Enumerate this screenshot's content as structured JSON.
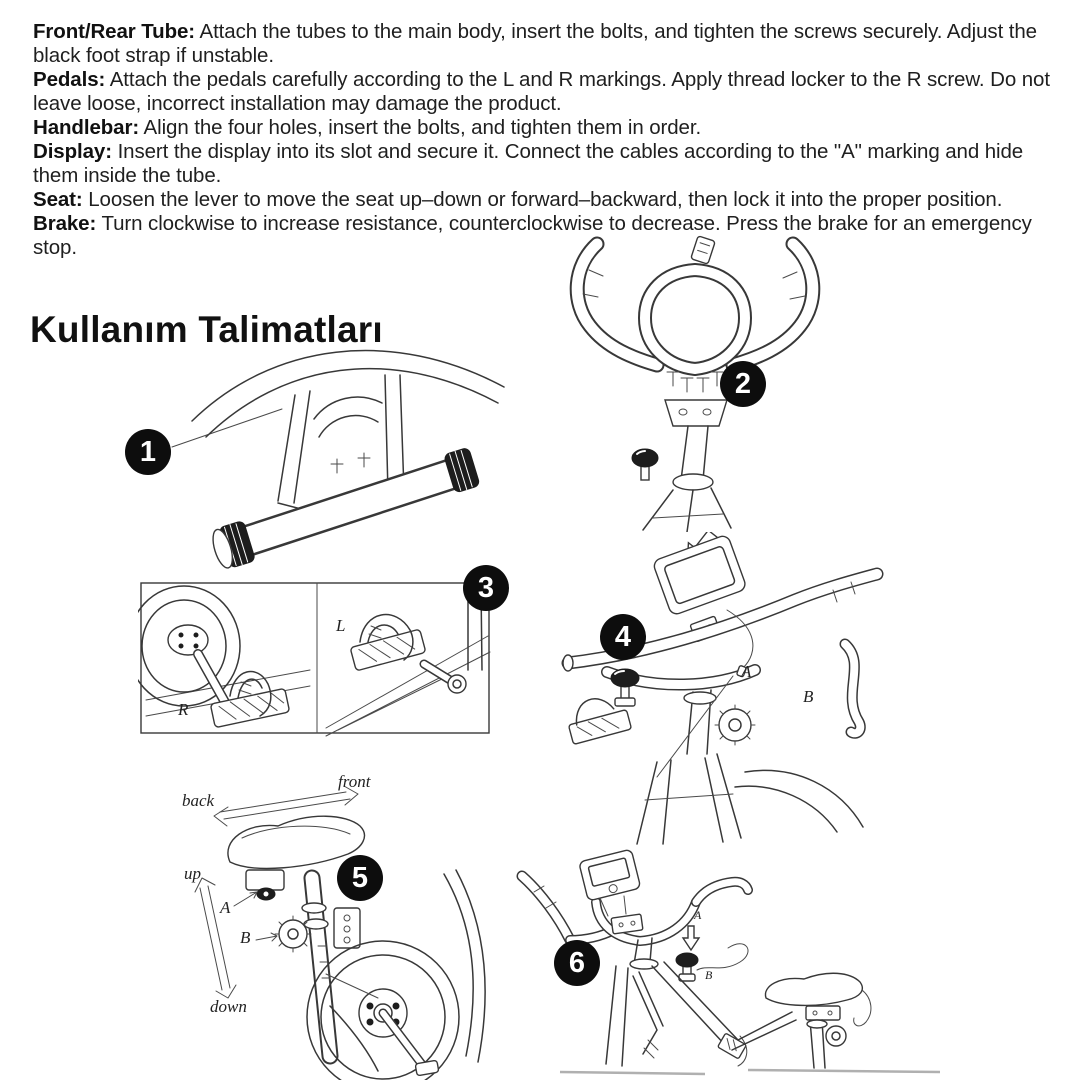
{
  "page": {
    "heading": "Kullanım Talimatları"
  },
  "instructions": [
    {
      "label": "Front/Rear Tube:",
      "text": "Attach the tubes to the main body, insert the bolts, and tighten the screws securely. Adjust the black foot strap if unstable."
    },
    {
      "label": "Pedals:",
      "text": "Attach the pedals carefully according to the L and R markings. Apply thread locker to the R screw. Do not leave loose, incorrect installation may damage the product."
    },
    {
      "label": "Handlebar:",
      "text": "Align the four holes, insert the bolts, and tighten them in order."
    },
    {
      "label": "Display:",
      "text": "Insert the display into its slot and secure it. Connect the cables according to the \"A\" marking and hide them inside the tube."
    },
    {
      "label": "Seat:",
      "text": "Loosen the lever to move the seat up–down or forward–backward, then lock it into the proper position."
    },
    {
      "label": "Brake:",
      "text": "Turn clockwise to increase resistance, counterclockwise to decrease. Press the brake for an emergency stop."
    }
  ],
  "figures": {
    "fig1": {
      "number": "1"
    },
    "fig2": {
      "number": "2"
    },
    "fig3": {
      "number": "3",
      "right_pedal_label": "R",
      "left_pedal_label": "L"
    },
    "fig4": {
      "number": "4",
      "cable_label": "A",
      "tube_label": "B"
    },
    "fig5": {
      "number": "5",
      "direction_front": "front",
      "direction_back": "back",
      "direction_up": "up",
      "direction_down": "down",
      "clamp_label": "A",
      "knob_label": "B"
    },
    "fig6": {
      "number": "6",
      "cable_label": "A",
      "knob_label": "B"
    }
  },
  "colors": {
    "line": "#383838",
    "badge_bg": "#0d0d0d",
    "badge_text": "#ffffff",
    "text": "#1f1f1f"
  }
}
